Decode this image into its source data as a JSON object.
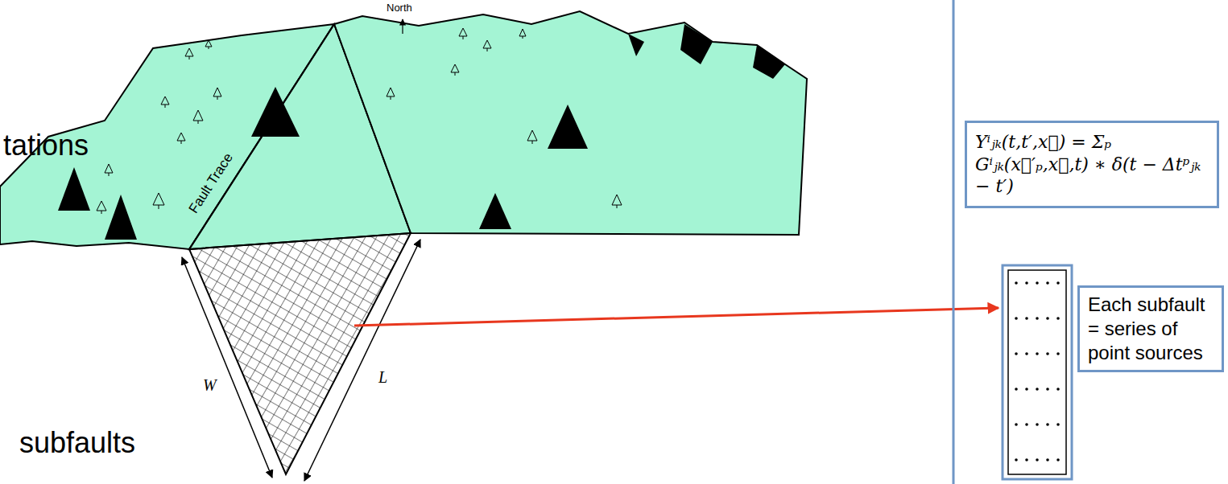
{
  "diagram": {
    "nodes": [
      {
        "text": [
          "Yⁱⱼₖ(t,t′,x⃗) = Σₚ Gⁱⱼₖ(x⃗′ₚ,x⃗,t) ∗ δ(t − Δtᵖⱼₖ − t′)"
        ]
      },
      {
        "text": [
          "Each subfault = series of point sources"
        ]
      }
    ],
    "edges": [],
    "labels": [
      "tations",
      "subfaults",
      "North",
      "Fault Trace",
      "W",
      "L"
    ]
  }
}
